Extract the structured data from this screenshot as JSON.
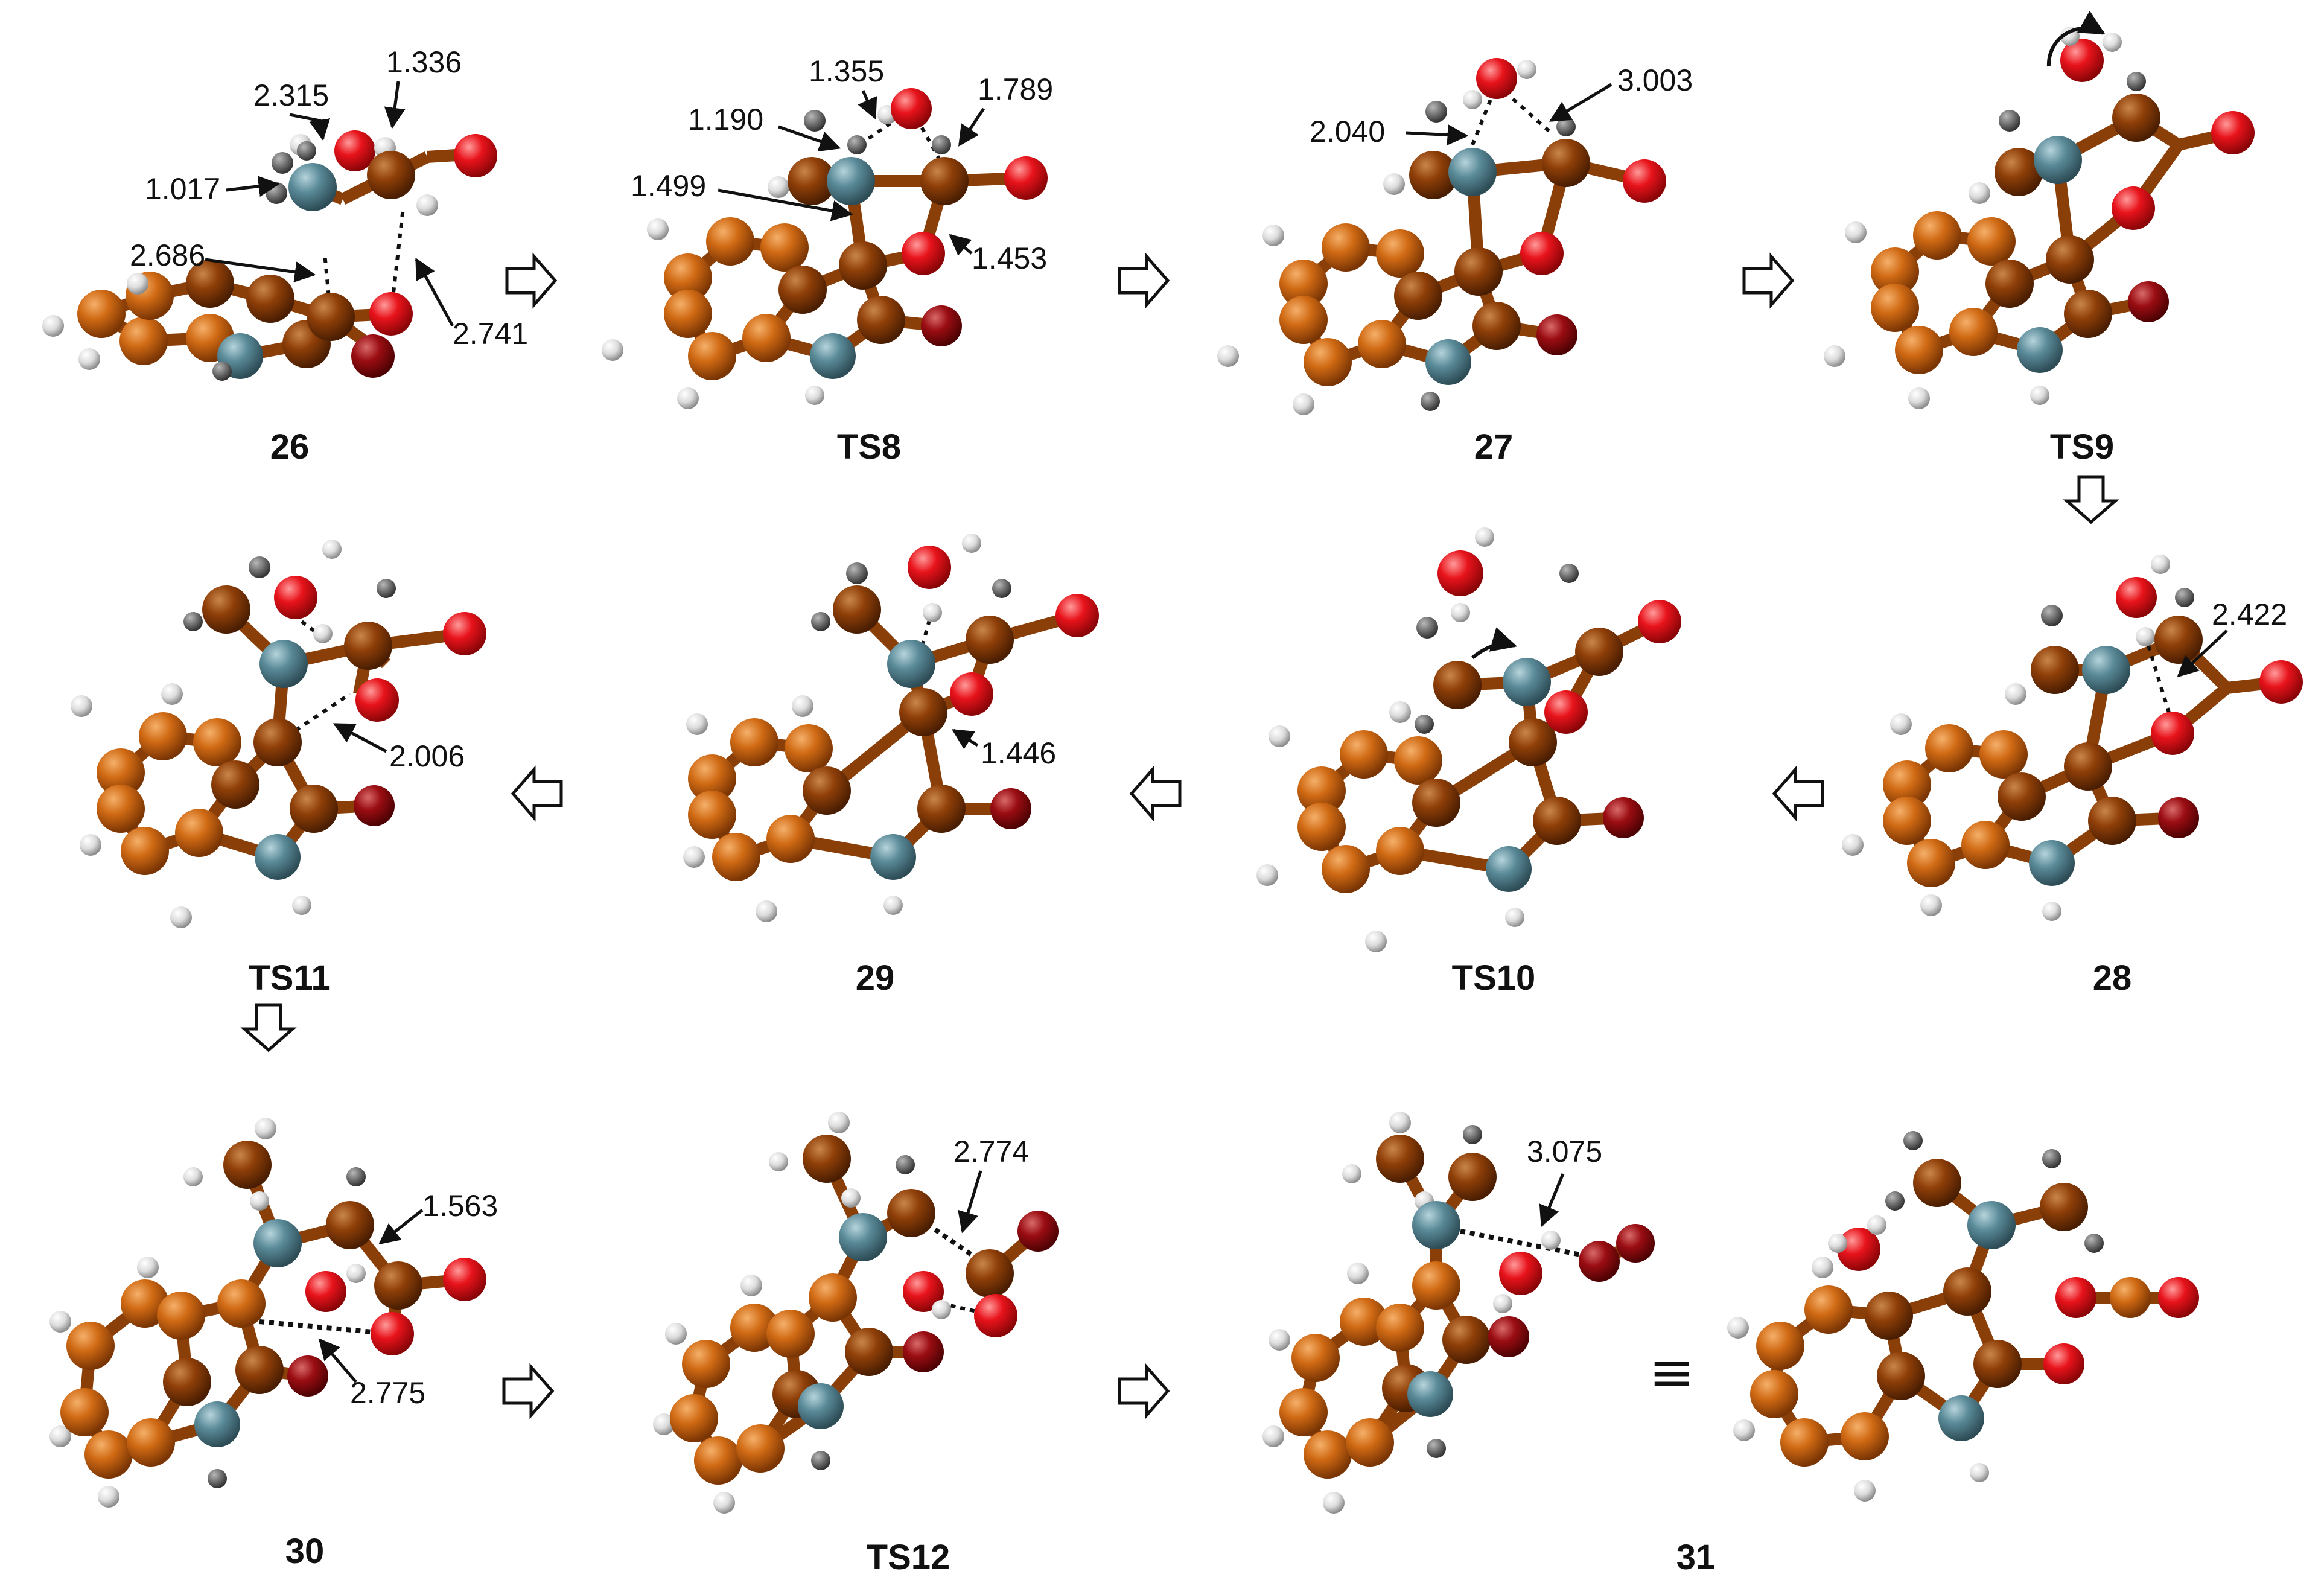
{
  "colors": {
    "carbon": "#c8620e",
    "carbon_dark": "#8a3a06",
    "nitrogen": "#5a8a98",
    "oxygen": "#e8131b",
    "oxygen_dark": "#9a0d12",
    "hydrogen": "#e2e2e2",
    "hydrogen_dark": "#7a7a7a",
    "bond": "#8a3f08",
    "arrow_stroke": "#111111"
  },
  "equivalence_symbol": "≡",
  "panels": [
    {
      "id": "p26",
      "label": "26",
      "distances": [
        "2.315",
        "1.336",
        "1.017",
        "2.686",
        "2.741"
      ]
    },
    {
      "id": "pTS8",
      "label": "TS8",
      "distances": [
        "1.355",
        "1.789",
        "1.190",
        "1.499",
        "1.453"
      ]
    },
    {
      "id": "p27",
      "label": "27",
      "distances": [
        "3.003",
        "2.040"
      ]
    },
    {
      "id": "pTS9",
      "label": "TS9",
      "distances": []
    },
    {
      "id": "pTS11",
      "label": "TS11",
      "distances": [
        "2.006"
      ]
    },
    {
      "id": "p29",
      "label": "29",
      "distances": [
        "1.446"
      ]
    },
    {
      "id": "pTS10",
      "label": "TS10",
      "distances": []
    },
    {
      "id": "p28",
      "label": "28",
      "distances": [
        "2.422"
      ]
    },
    {
      "id": "p30",
      "label": "30",
      "distances": [
        "1.563",
        "2.775"
      ]
    },
    {
      "id": "pTS12",
      "label": "TS12",
      "distances": [
        "2.774"
      ]
    },
    {
      "id": "p31",
      "label": "31",
      "distances": [
        "3.075"
      ]
    },
    {
      "id": "p31eq",
      "label": "",
      "distances": []
    }
  ]
}
